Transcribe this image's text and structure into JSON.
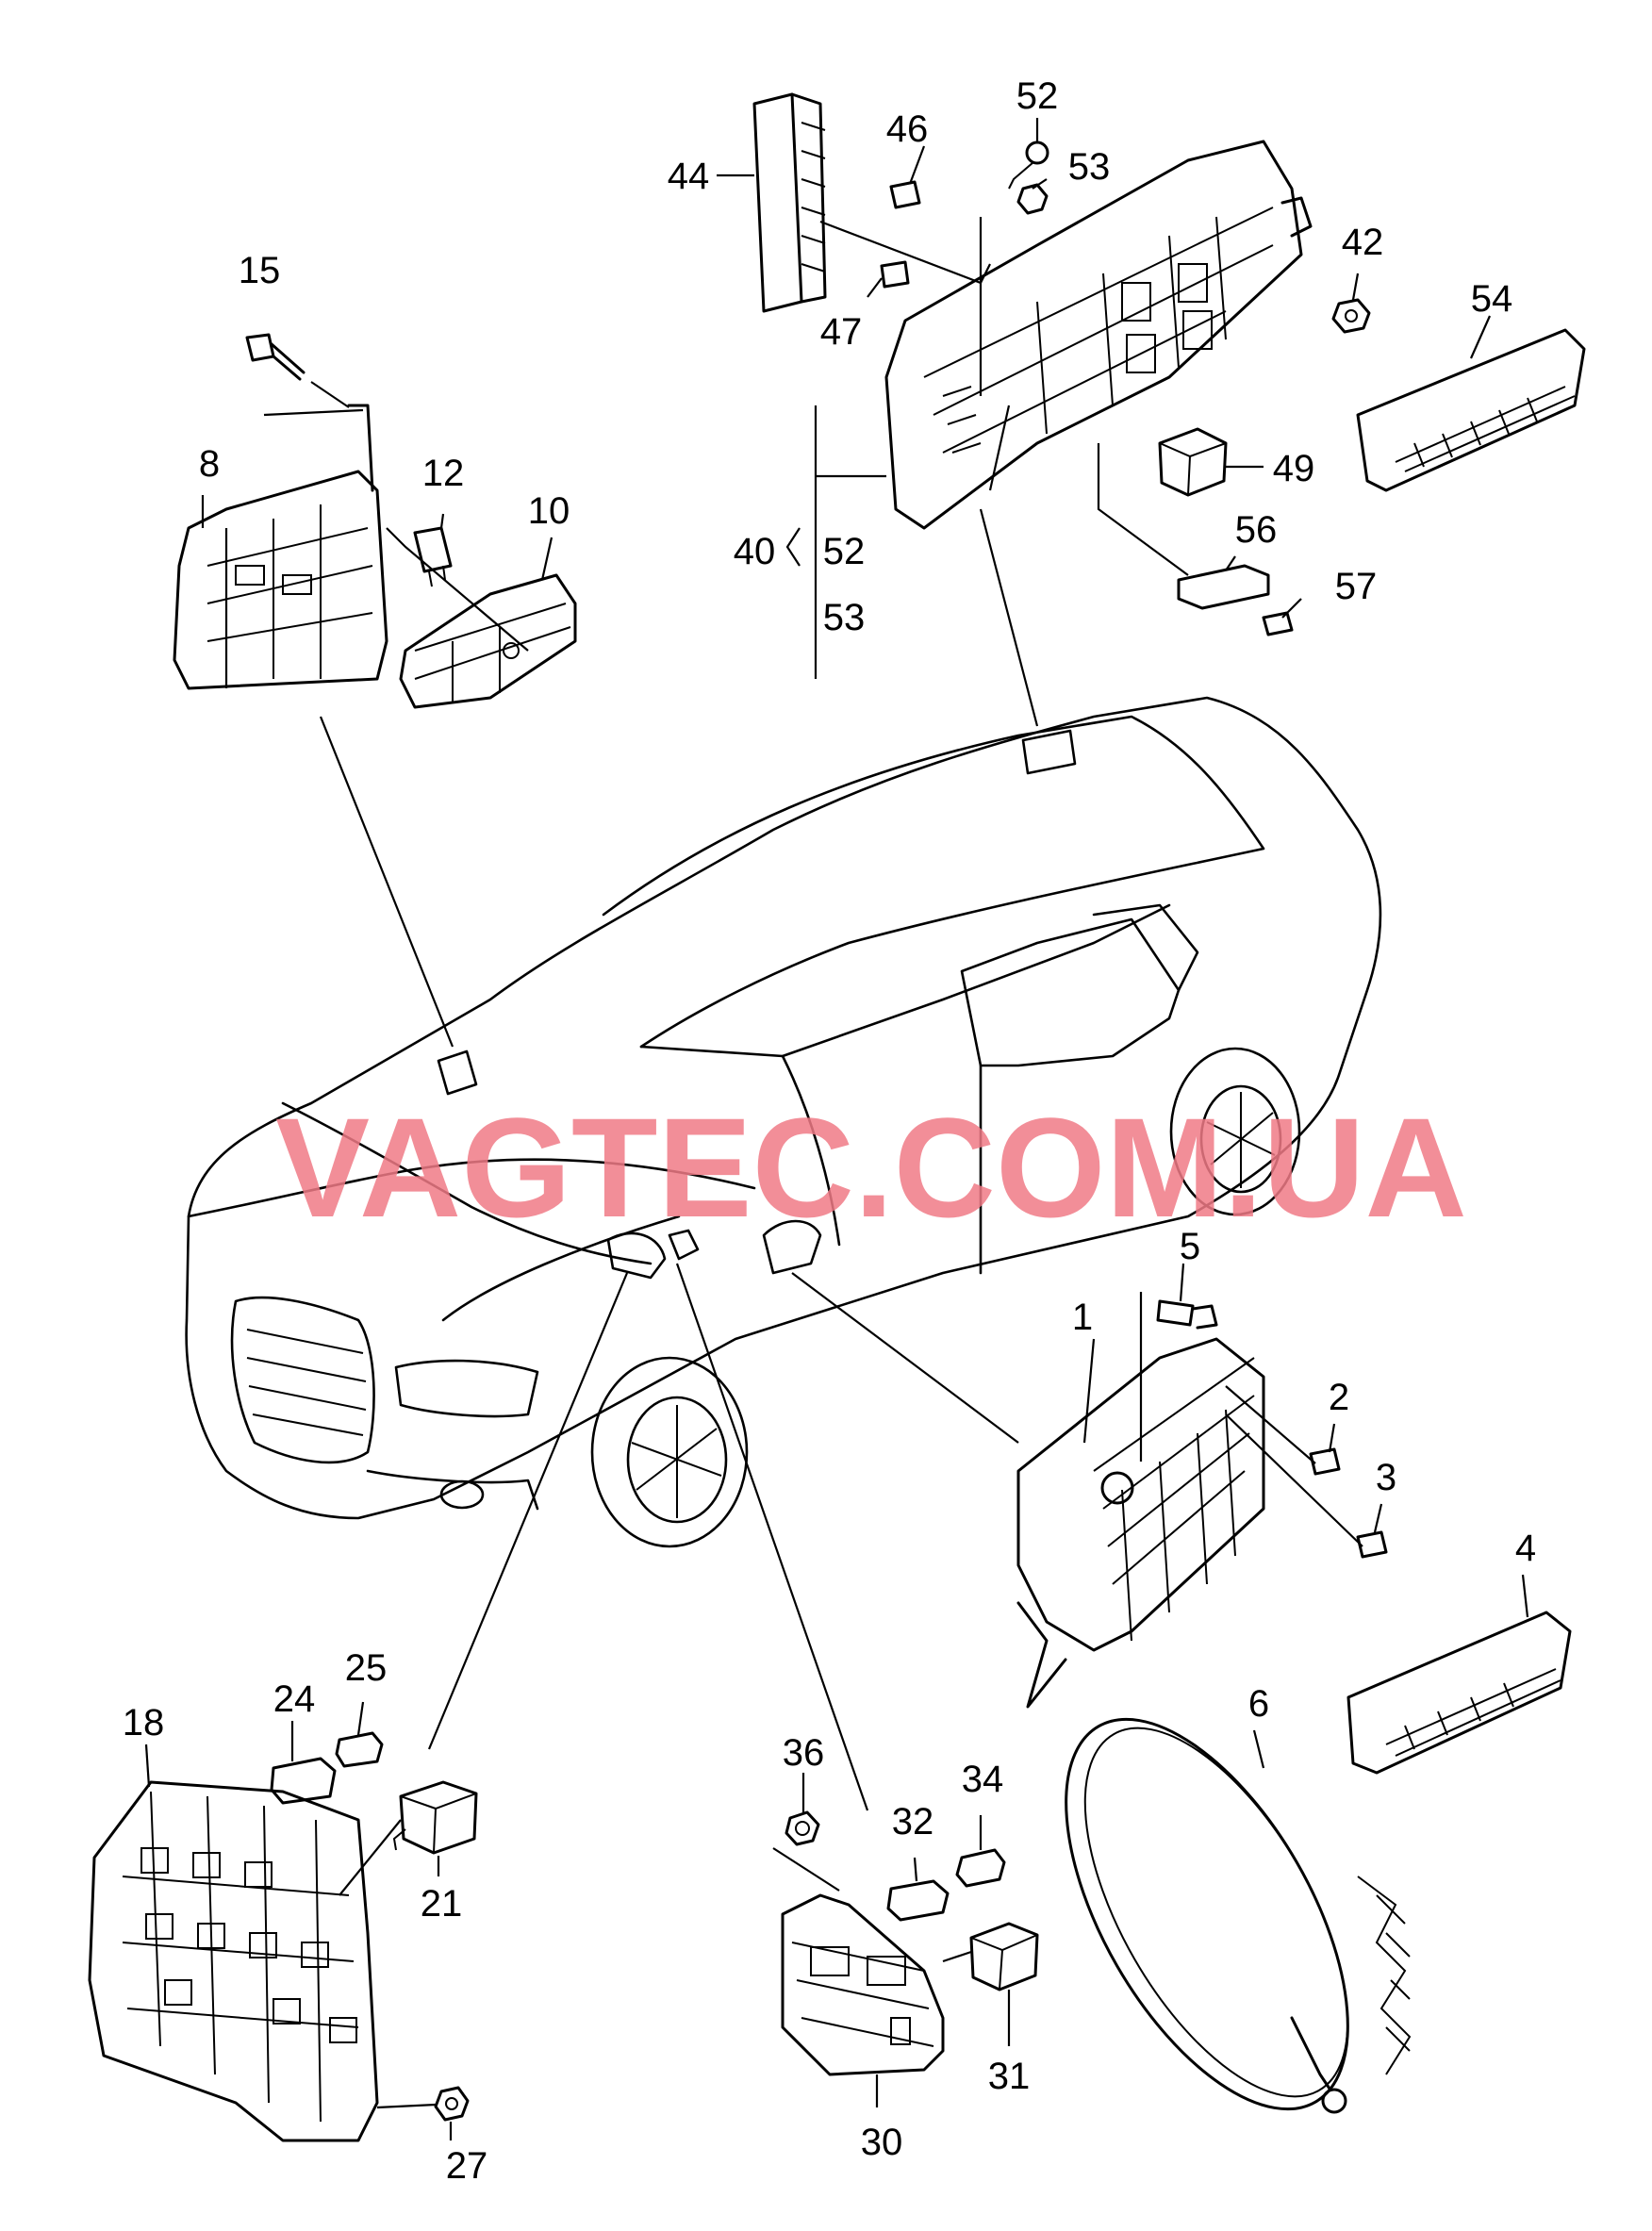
{
  "watermark": "VAGTEC.COM.UA",
  "labels": {
    "l1": "1",
    "l2": "2",
    "l3": "3",
    "l4": "4",
    "l5": "5",
    "l6": "6",
    "l8": "8",
    "l10": "10",
    "l12": "12",
    "l15": "15",
    "l18": "18",
    "l21": "21",
    "l24": "24",
    "l25": "25",
    "l27": "27",
    "l30": "30",
    "l31": "31",
    "l32": "32",
    "l34": "34",
    "l36": "36",
    "l40": "40",
    "l42": "42",
    "l44": "44",
    "l46": "46",
    "l47": "47",
    "l49": "49",
    "l52a": "52",
    "l52b": "52",
    "l53a": "53",
    "l53b": "53",
    "l54": "54",
    "l56": "56",
    "l57": "57"
  },
  "colors": {
    "line": "#000000",
    "watermark": "#f07a86",
    "background": "#ffffff"
  }
}
